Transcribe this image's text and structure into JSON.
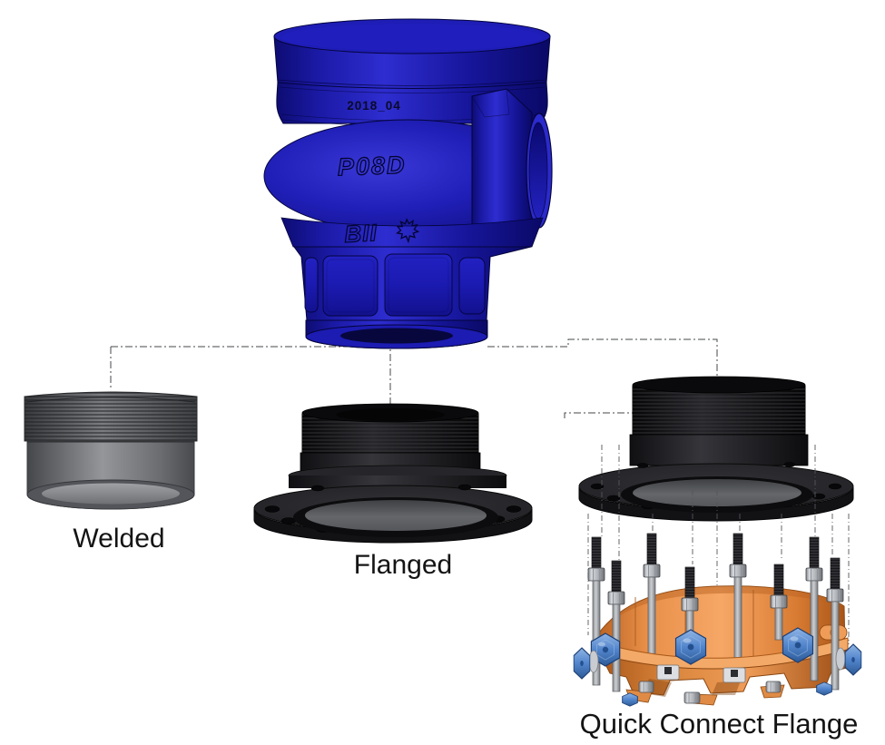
{
  "figure": {
    "background_color": "#ffffff",
    "description": "Exploded CAD diagram of a blue valve body with three end-connection options"
  },
  "valve": {
    "engraving_date_code": "2018_04",
    "engraving_model_code": "P08D",
    "engraving_brand": "BII",
    "brand_icon": "maple-leaf-icon",
    "body_color": "#1d1cb4"
  },
  "options": [
    {
      "id": "welded",
      "label": "Welded",
      "part_color": "#85878b"
    },
    {
      "id": "flanged",
      "label": "Flanged",
      "part_color": "#1c1c1f"
    },
    {
      "id": "quick-connect-flange",
      "label": "Quick Connect Flange",
      "ring_color": "#ed9a55",
      "bolt_color": "#4b7fc4",
      "flange_color": "#1c1c1f"
    }
  ],
  "label_text_color": "#141414"
}
